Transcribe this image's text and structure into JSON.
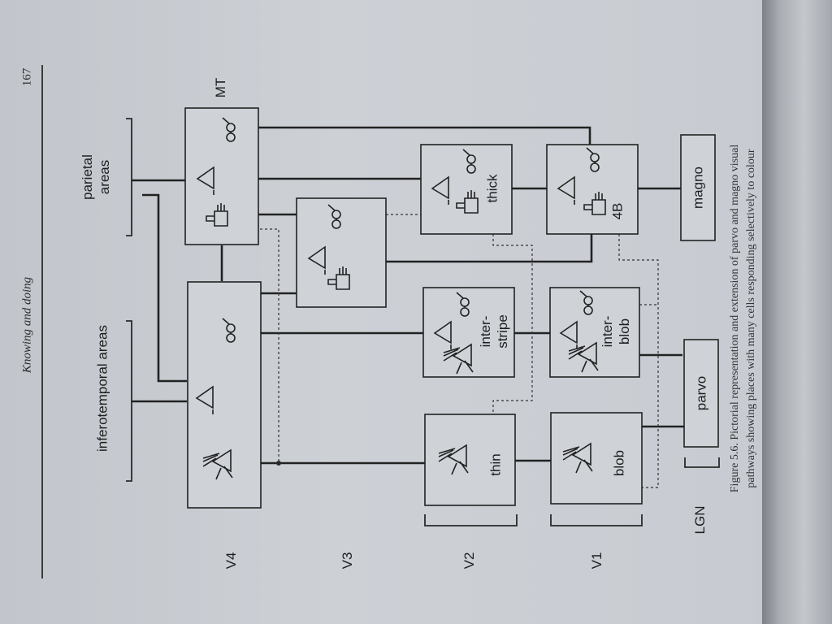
{
  "header": {
    "running_head": "Knowing and doing",
    "page_number": "167"
  },
  "rows": {
    "v4": "V4",
    "v3": "V3",
    "v2": "V2",
    "v1": "V1",
    "lgn": "LGN"
  },
  "areas": {
    "inferotemporal": "inferotemporal areas",
    "parietal": "parietal areas"
  },
  "boxes": {
    "mt": "MT",
    "thin": "thin",
    "interstripe": "inter-\nstripe",
    "thick": "thick",
    "blob": "blob",
    "interblob": "inter-\nblob",
    "b4": "4B",
    "parvo": "parvo",
    "magno": "magno"
  },
  "caption": {
    "line1": "Figure 5.6. Pictorial representation and extension of parvo and magno visual",
    "line2": "pathways showing places with many cells responding selectively to colour"
  },
  "icons": {
    "colour": "prism-icon",
    "orientation": "triangle-icon",
    "motion": "pointing-hand-icon",
    "binocular": "spectacles-icon"
  }
}
